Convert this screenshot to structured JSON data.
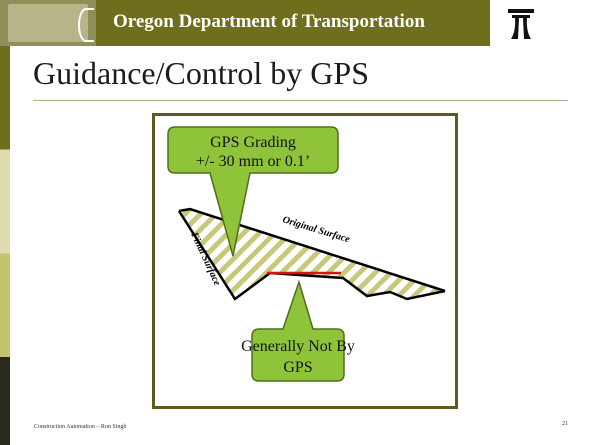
{
  "header": {
    "organization": "Oregon Department of Transportation",
    "banner_color": "#6e6e1c"
  },
  "slide": {
    "title": "Guidance/Control by GPS",
    "diagram": {
      "callout_top": {
        "line1": "GPS Grading",
        "line2": "+/- 30 mm or 0.1’"
      },
      "callout_bottom": {
        "line1": "Generally Not By",
        "line2": "GPS"
      },
      "label_original": "Original Surface",
      "label_final": "Final Surface",
      "callout_color": "#8fc43a",
      "hatch_color": "#c9c87a",
      "highlight_color": "#e01010"
    }
  },
  "footer": {
    "author": "Construction Automation – Ron Singh",
    "page_number": "21"
  },
  "icons": [
    "oregon-seal-icon",
    "odot-logo-icon"
  ]
}
